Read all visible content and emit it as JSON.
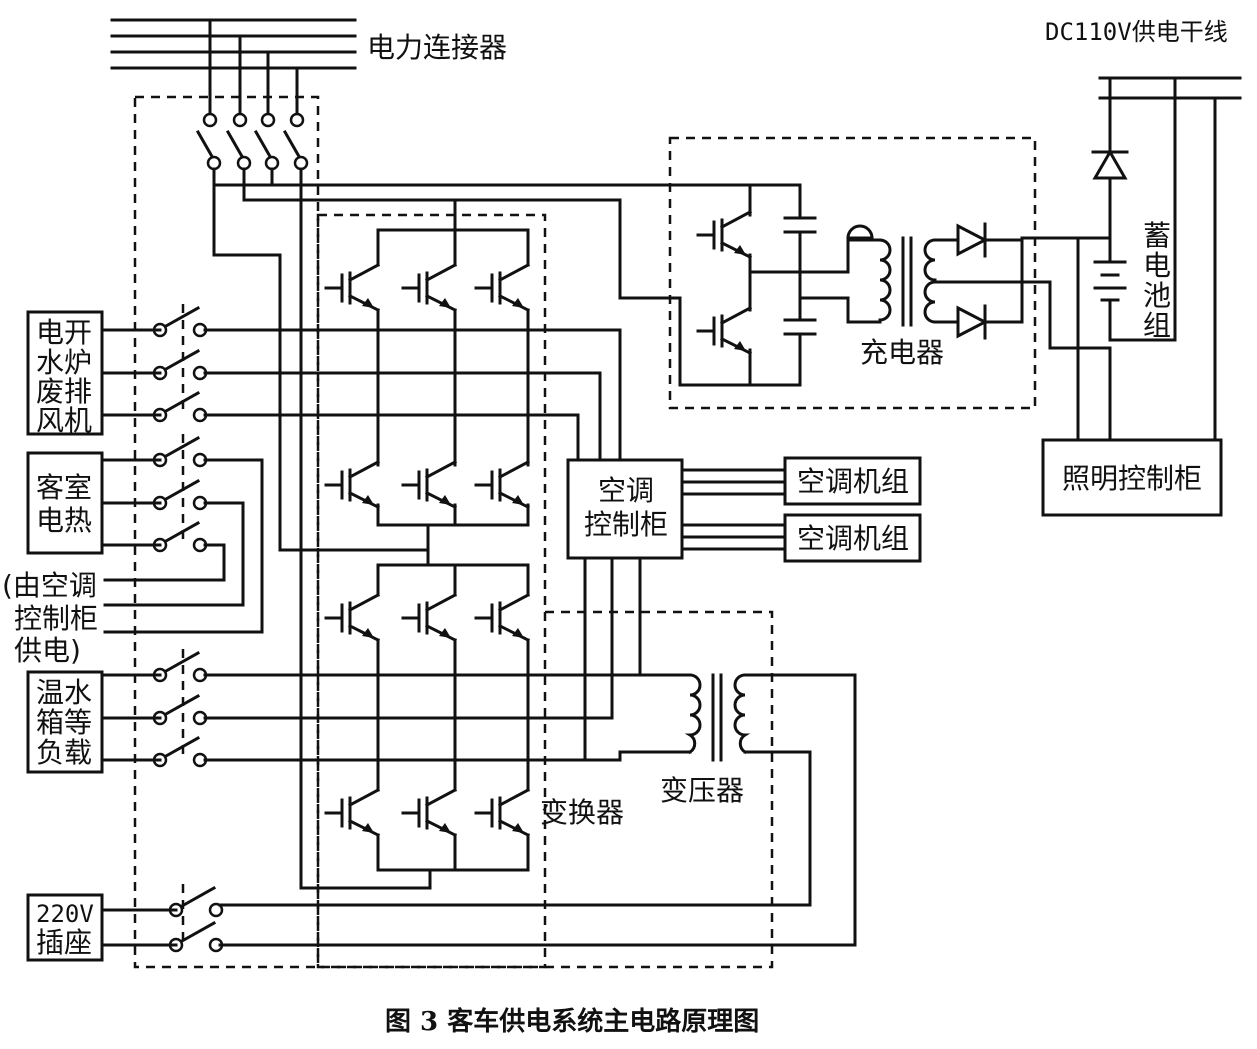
{
  "labels": {
    "power_connector": "电力连接器",
    "dc_supply": "DC110V供电干线",
    "battery": [
      "蓄",
      "电",
      "池",
      "组"
    ],
    "charger": "充电器",
    "lighting_cabinet": "照明控制柜",
    "ac_cabinet_1": "空调",
    "ac_cabinet_2": "控制柜",
    "ac_unit_1": "空调机组",
    "ac_unit_2": "空调机组",
    "converter": "变换器",
    "transformer": "变压器",
    "load1": [
      "电开",
      "水炉",
      "废排",
      "风机"
    ],
    "load2": [
      "客室",
      "电热"
    ],
    "note": [
      "(由空调",
      "控制柜",
      "供电)"
    ],
    "load3": [
      "温水",
      "箱等",
      "负载"
    ],
    "socket": [
      "220V",
      "插座"
    ],
    "caption": "图 3  客车供电系统主电路原理图"
  }
}
